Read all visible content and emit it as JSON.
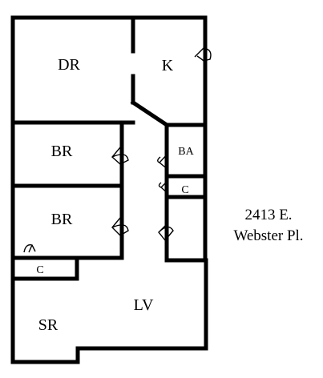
{
  "address": {
    "line1": "2413 E.",
    "line2": "Webster Pl."
  },
  "rooms": {
    "dining_room": "DR",
    "kitchen": "K",
    "bathroom": "BA",
    "bedroom_1": "BR",
    "bedroom_2": "BR",
    "closet_hall": "C",
    "closet_bedroom": "C",
    "living_room": "LV",
    "sun_room": "SR"
  }
}
